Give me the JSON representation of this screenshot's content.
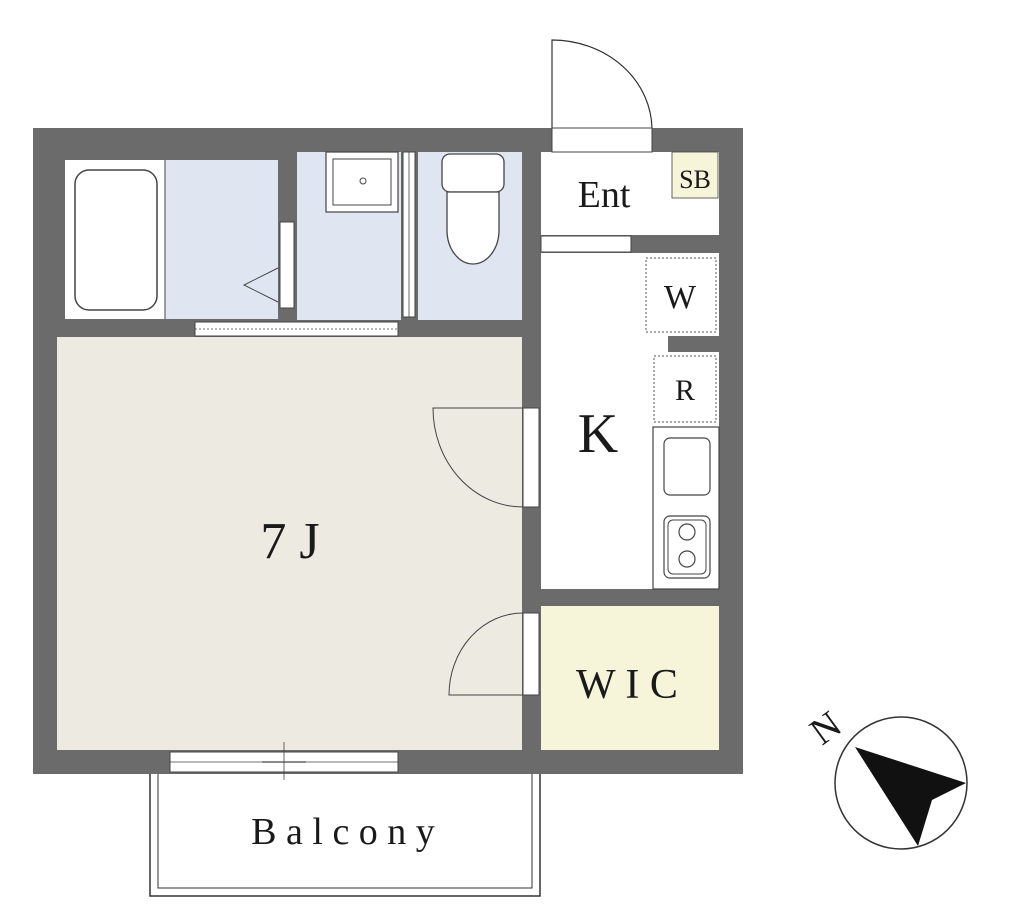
{
  "labels": {
    "entrance": "Ent",
    "shoe_box": "SB",
    "washer": "W",
    "refrigerator": "R",
    "kitchen": "K",
    "main_room": "7 J",
    "walk_in_closet": "W I C",
    "balcony": "B a l c o n y",
    "north": "N"
  },
  "colors": {
    "wall": "#6b6b6b",
    "main_room_floor": "#eceae1",
    "wet_area_floor": "#dfe6f1",
    "wic_floor": "#f6f4d9",
    "shoe_box": "#f6f4d9",
    "white": "#ffffff",
    "line": "#1a1a1a"
  },
  "icons": {
    "compass": "north-arrow-icon",
    "bathtub": "bathtub-icon",
    "washbasin": "washbasin-icon",
    "toilet": "toilet-icon",
    "sink": "sink-icon",
    "stove": "stove-icon"
  }
}
